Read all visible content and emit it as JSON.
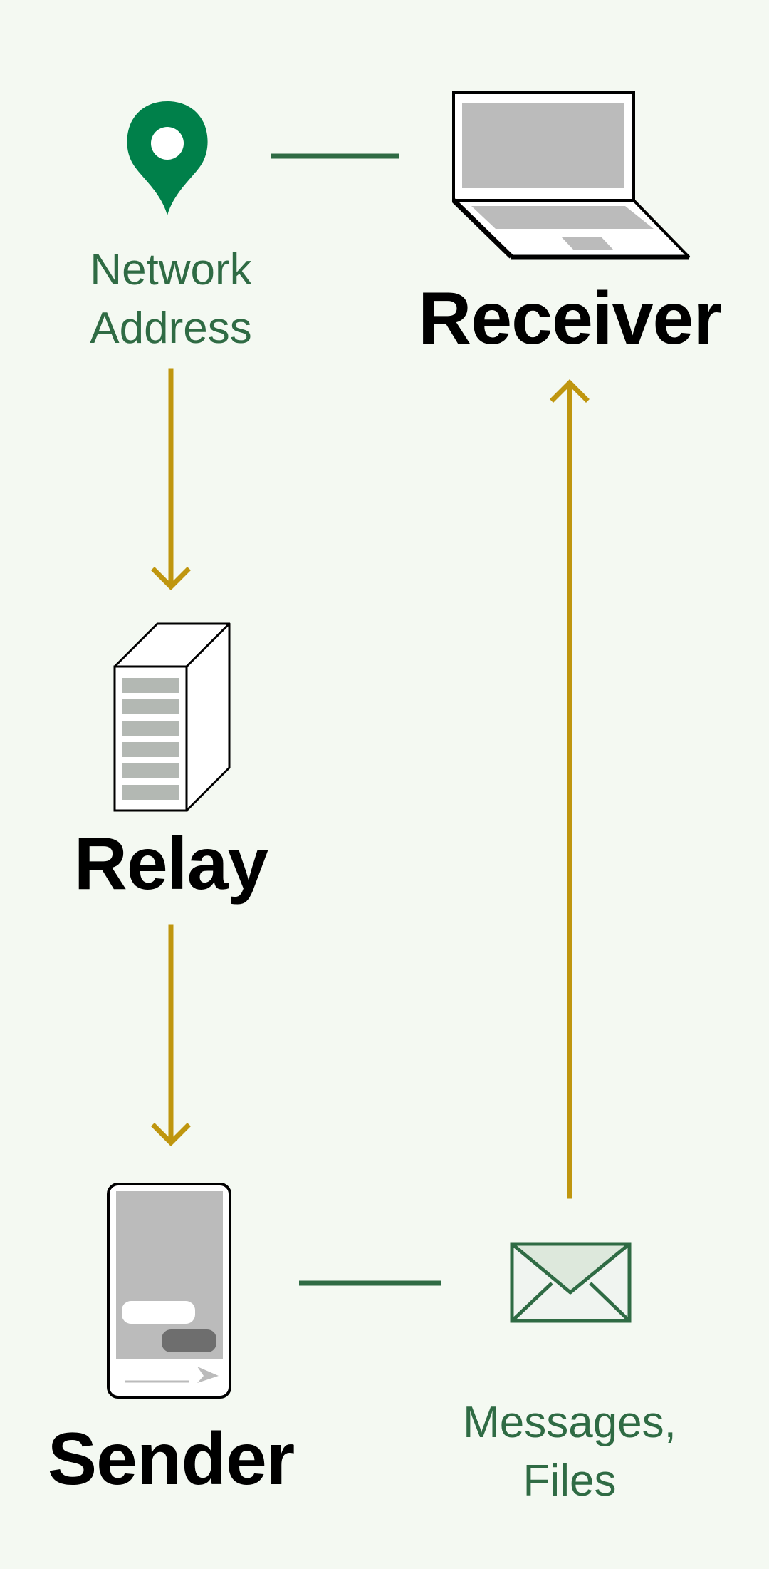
{
  "colors": {
    "background": "#f4f9f2",
    "link_line": "#2f6b44",
    "flow_arrow": "#bf960f",
    "pin": "#00804a",
    "device_fill": "#bbbbbb",
    "device_outline": "#000000",
    "envelope": "#2f6b44",
    "envelope_fill": "#dde8dc"
  },
  "nodes": {
    "network_address": {
      "label_line1": "Network",
      "label_line2": "Address",
      "icon": "location-pin-icon"
    },
    "receiver": {
      "label": "Receiver",
      "icon": "laptop-icon"
    },
    "relay": {
      "label": "Relay",
      "icon": "server-icon"
    },
    "sender": {
      "label": "Sender",
      "icon": "phone-icon"
    },
    "messages": {
      "label_line1": "Messages,",
      "label_line2": "Files",
      "icon": "envelope-icon"
    }
  }
}
